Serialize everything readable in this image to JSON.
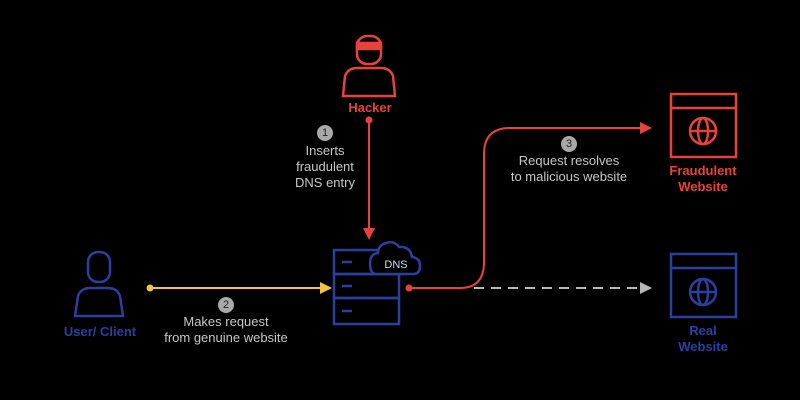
{
  "colors": {
    "hacker": "#e8433b",
    "user": "#2b3fa0",
    "dns": "#2b3fa0",
    "request_line": "#f5c242",
    "fraud_line": "#e8433b",
    "real_line": "#b8b8b8",
    "step_badge": "#a9a9a9"
  },
  "nodes": {
    "hacker": {
      "label": "Hacker",
      "icon": "hacker-icon"
    },
    "user": {
      "label": "User/ Client",
      "icon": "user-icon"
    },
    "dns": {
      "label": "DNS",
      "icon": "dns-server-icon"
    },
    "fraudulent": {
      "label_line1": "Fraudulent",
      "label_line2": "Website",
      "icon": "globe-window-icon"
    },
    "real": {
      "label_line1": "Real",
      "label_line2": "Website",
      "icon": "globe-window-icon"
    }
  },
  "steps": [
    {
      "number": "1",
      "line1": "Inserts",
      "line2": "fraudulent",
      "line3": "DNS entry"
    },
    {
      "number": "2",
      "line1": "Makes request",
      "line2": "from genuine website"
    },
    {
      "number": "3",
      "line1": "Request resolves",
      "line2": "to malicious website"
    }
  ]
}
